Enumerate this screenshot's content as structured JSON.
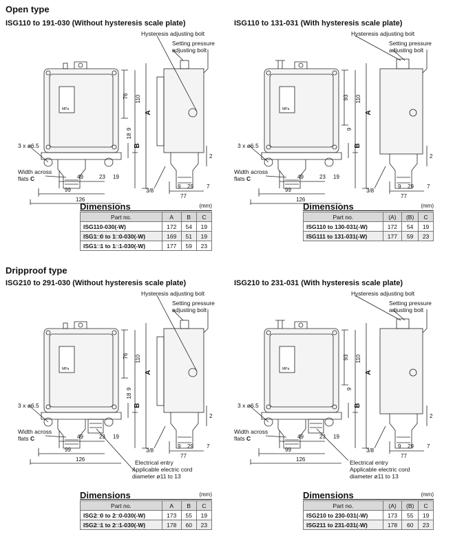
{
  "open": {
    "section_title": "Open type",
    "left_title": "ISG110 to 191-030 (Without hysteresis scale plate)",
    "right_title": "ISG110 to 131-031 (With hysteresis scale plate)",
    "hyst_bolt": "Hysteresis adjusting bolt",
    "set_bolt_1": "Setting pressure",
    "set_bolt_2": "adjusting bolt",
    "holes": "3 x ø6.5",
    "width_1": "Width across",
    "width_2": "flats ",
    "width_c": "C",
    "dims": {
      "d76": "76",
      "d93": "93",
      "d110": "110",
      "dA": "A",
      "dB": "B",
      "d18": "18",
      "d9": "9",
      "d49": "49",
      "d23": "23",
      "d19": "19",
      "d99": "99",
      "d126": "126",
      "d38": "3/8",
      "d29": "29",
      "d7": "7",
      "d77": "77",
      "d2": "2",
      "mpa": "MPa"
    },
    "left_table": {
      "title": "Dimensions",
      "unit": "(mm)",
      "headers": [
        "Part no.",
        "A",
        "B",
        "C"
      ],
      "rows": [
        [
          "ISG110-030(-W)",
          "172",
          "54",
          "19"
        ],
        [
          "ISG1□0 to 1□0-030(-W)",
          "169",
          "51",
          "19"
        ],
        [
          "ISG1□1 to 1□1-030(-W)",
          "177",
          "59",
          "23"
        ]
      ]
    },
    "right_table": {
      "title": "Dimensions",
      "unit": "(mm)",
      "headers": [
        "Part no.",
        "(A)",
        "(B)",
        "C"
      ],
      "rows": [
        [
          "ISG110 to 130-031(-W)",
          "172",
          "54",
          "19"
        ],
        [
          "ISG111 to 131-031(-W)",
          "177",
          "59",
          "23"
        ]
      ]
    }
  },
  "drip": {
    "section_title": "Dripproof type",
    "left_title": "ISG210 to 291-030 (Without hysteresis scale plate)",
    "right_title": "ISG210 to 231-031 (With hysteresis scale plate)",
    "elec_1": "Electrical entry",
    "elec_2": "Applicable electric cord",
    "elec_3": "diameter ø11 to 13",
    "left_table": {
      "title": "Dimensions",
      "unit": "(mm)",
      "headers": [
        "Part no.",
        "A",
        "B",
        "C"
      ],
      "rows": [
        [
          "ISG2□0 to 2□0-030(-W)",
          "173",
          "55",
          "19"
        ],
        [
          "ISG2□1 to 2□1-030(-W)",
          "178",
          "60",
          "23"
        ]
      ]
    },
    "right_table": {
      "title": "Dimensions",
      "unit": "(mm)",
      "headers": [
        "Part no.",
        "(A)",
        "(B)",
        "C"
      ],
      "rows": [
        [
          "ISG210 to 230-031(-W)",
          "173",
          "55",
          "19"
        ],
        [
          "ISG211 to 231-031(-W)",
          "178",
          "60",
          "23"
        ]
      ]
    }
  }
}
